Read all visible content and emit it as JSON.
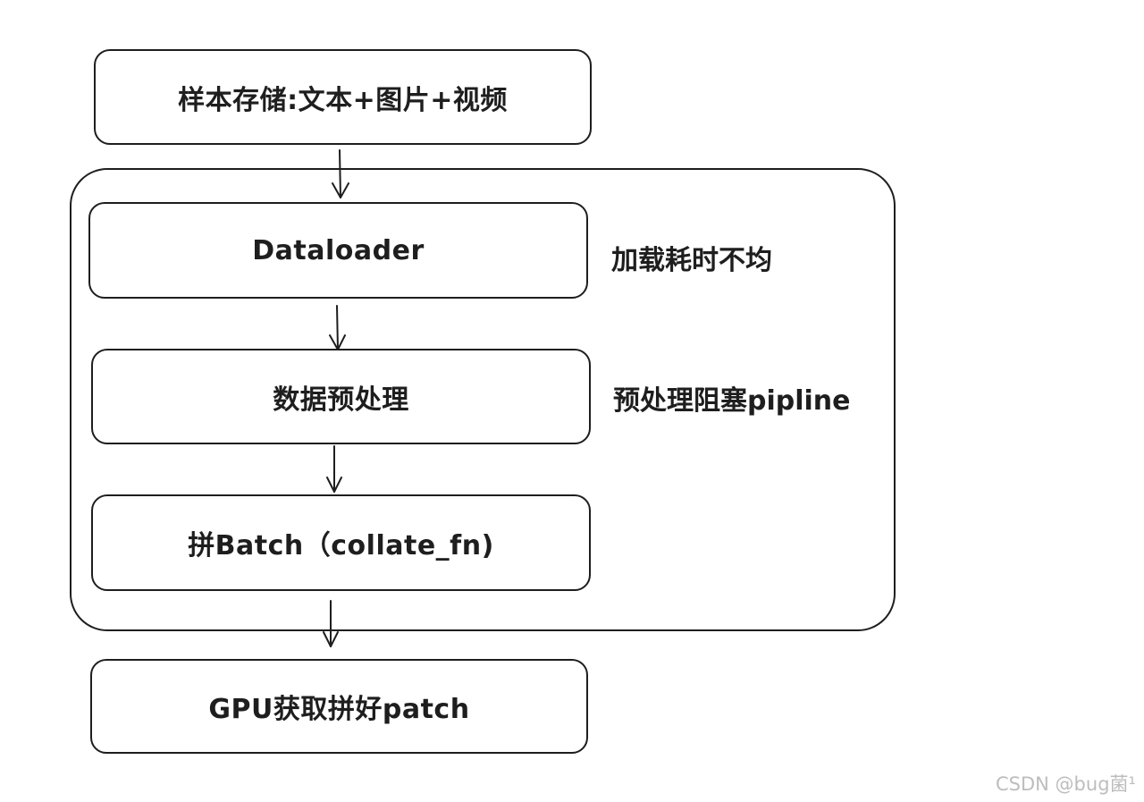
{
  "diagram": {
    "nodes": [
      {
        "id": "storage",
        "label": "样本存储:文本+图片+视频"
      },
      {
        "id": "loader",
        "label": "Dataloader"
      },
      {
        "id": "preproc",
        "label": "数据预处理"
      },
      {
        "id": "batch",
        "label": "拼Batch（collate_fn)"
      },
      {
        "id": "gpu",
        "label": "GPU获取拼好patch"
      }
    ],
    "annotations": [
      {
        "target": "loader",
        "text": "加载耗时不均"
      },
      {
        "target": "preproc",
        "text": "预处理阻塞pipline"
      }
    ],
    "edges": [
      {
        "from": "storage",
        "to": "loader"
      },
      {
        "from": "loader",
        "to": "preproc"
      },
      {
        "from": "preproc",
        "to": "batch"
      },
      {
        "from": "pipeline-group",
        "to": "gpu"
      }
    ],
    "watermark": "CSDN @bug菌¹"
  },
  "colors": {
    "stroke": "#1e1e1e",
    "background": "#ffffff",
    "watermark": "#bdbdbd"
  }
}
